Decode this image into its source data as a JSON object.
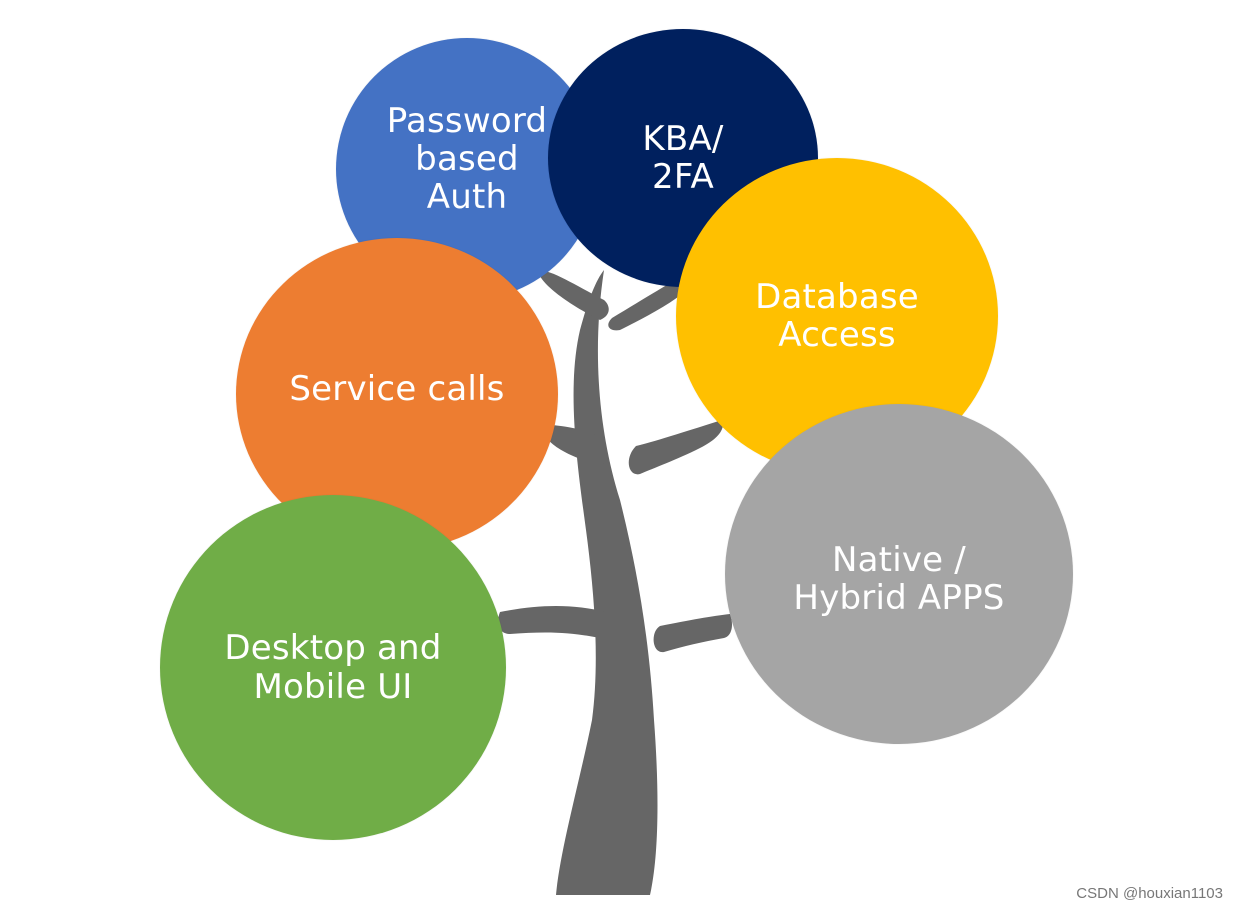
{
  "diagram": {
    "trunk_color": "#666666",
    "bubbles": [
      {
        "label": "Password\nbased\nAuth",
        "color": "#4472C4"
      },
      {
        "label": "KBA/\n2FA",
        "color": "#00205E"
      },
      {
        "label": "Service calls",
        "color": "#ED7D31"
      },
      {
        "label": "Database\nAccess",
        "color": "#FFC000"
      },
      {
        "label": "Native /\nHybrid APPS",
        "color": "#A5A5A5"
      },
      {
        "label": "Desktop and\nMobile UI",
        "color": "#70AD47"
      }
    ]
  },
  "footer": {
    "watermark": "CSDN @houxian1103"
  }
}
